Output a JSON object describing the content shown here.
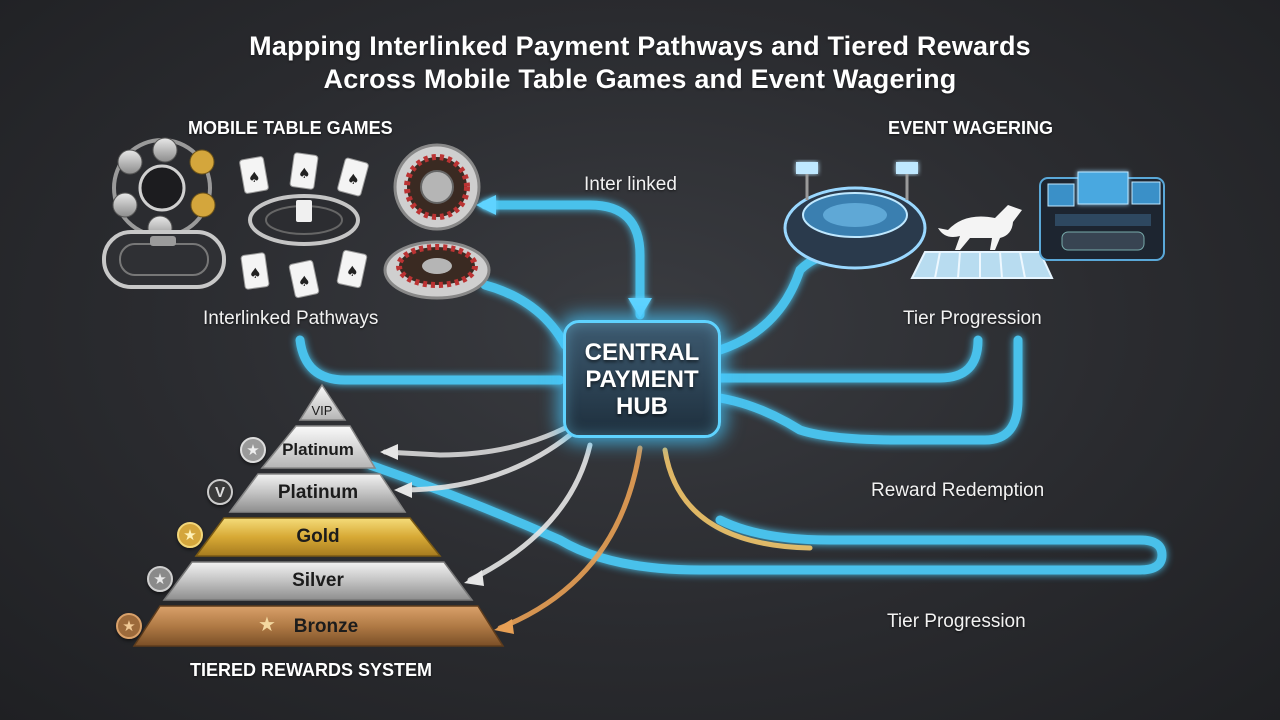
{
  "title": {
    "line1": "Mapping Interlinked Payment Pathways and Tiered Rewards",
    "line2": "Across Mobile Table Games and Event Wagering"
  },
  "sections": {
    "mobile_table_games": "MOBILE TABLE GAMES",
    "event_wagering": "EVENT WAGERING",
    "tiered_rewards_system": "TIERED REWARDS SYSTEM"
  },
  "labels": {
    "inter_linked": "Inter linked",
    "interlinked_pathways": "Interlinked Pathways",
    "tier_progression_top": "Tier Progression",
    "reward_redemption": "Reward Redemption",
    "tier_progression_bottom": "Tier Progression"
  },
  "hub": {
    "label": "CENTRAL\nPAYMENT\nHUB"
  },
  "tiers": [
    {
      "name": "VIP",
      "color": "#d9d9d9"
    },
    {
      "name": "Platinum",
      "color": "#c9c9c9"
    },
    {
      "name": "Platinum",
      "color": "#cfcfcf"
    },
    {
      "name": "Gold",
      "color": "#d8b540"
    },
    {
      "name": "Silver",
      "color": "#bdbdbd"
    },
    {
      "name": "Bronze",
      "color": "#b07a45"
    }
  ],
  "icons": {
    "medal_platinum": "star",
    "medal_platinum_v": "V",
    "medal_gold": "star",
    "medal_silver": "star",
    "medal_bronze": "star"
  },
  "colors": {
    "pathway": "#4cc9f5",
    "pathway_glow": "#2aa9e8",
    "gold_path": "#f2c66b",
    "bronze_path": "#e8a055",
    "silver_path": "#dcdcdc"
  }
}
